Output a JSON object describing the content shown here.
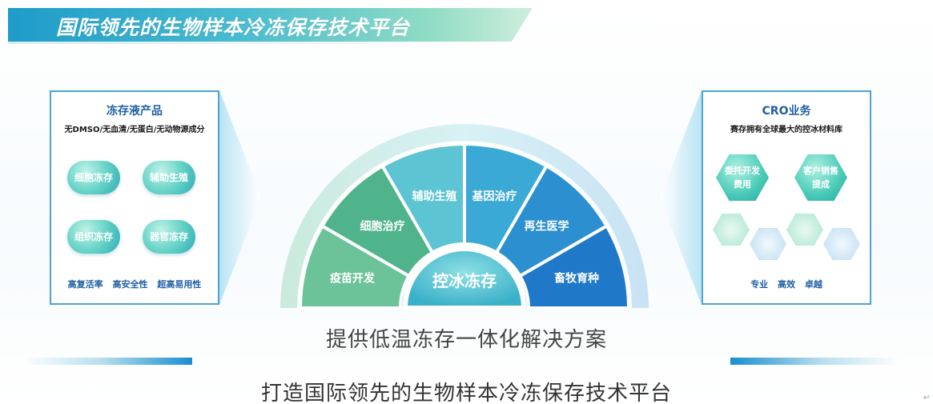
{
  "banner": {
    "title": "国际领先的生物样本冷冻保存技术平台"
  },
  "left_panel": {
    "title": "冻存液产品",
    "subtitle": "无DMSO/无血清/无蛋白/无动物源成分",
    "bubbles": [
      "细胞冻存",
      "辅助生殖",
      "组织冻存",
      "器官冻存"
    ],
    "footer": "高复活率 高安全性 超高易用性"
  },
  "right_panel": {
    "title": "CRO业务",
    "subtitle": "赛存拥有全球最大的控冰材料库",
    "hexes": [
      {
        "line1": "委托开发",
        "line2": "费用"
      },
      {
        "line1": "客户销售",
        "line2": "提成"
      }
    ],
    "footer": "专业 高效 卓越"
  },
  "wheel": {
    "center": "控冰冻存",
    "segments": [
      "疫苗开发",
      "细胞治疗",
      "辅助生殖",
      "基因治疗",
      "再生医学",
      "畜牧育种"
    ],
    "colors": [
      "#6cc39a",
      "#4fb38c",
      "#5cc4d2",
      "#3aa9d5",
      "#2b8fd0",
      "#1f78c8"
    ]
  },
  "taglines": {
    "line1": "提供低温冻存一体化解决方案",
    "line2": "打造国际领先的生物样本冷冻保存技术平台"
  },
  "corner_icon": "back-arrow-icon"
}
